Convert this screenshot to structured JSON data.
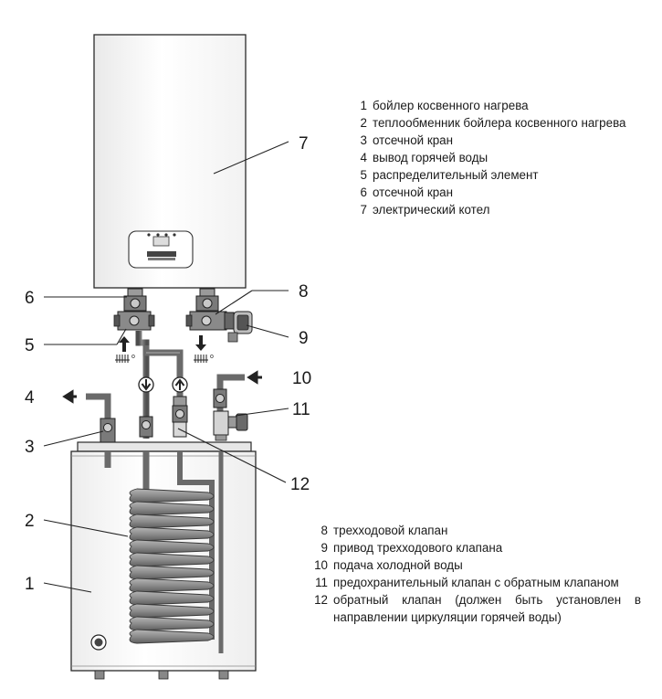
{
  "callouts": [
    "7",
    "6",
    "8",
    "5",
    "9",
    "4",
    "10",
    "11",
    "3",
    "12",
    "2",
    "1"
  ],
  "legend_top": [
    {
      "num": "1",
      "text": "бойлер косвенного нагрева"
    },
    {
      "num": "2",
      "text": "теплообменник бойлера косвенного нагрева"
    },
    {
      "num": "3",
      "text": "отсечной кран"
    },
    {
      "num": "4",
      "text": "вывод горячей воды"
    },
    {
      "num": "5",
      "text": "распределительный элемент"
    },
    {
      "num": "6",
      "text": "отсечной кран"
    },
    {
      "num": "7",
      "text": "электрический котел"
    }
  ],
  "legend_bottom": [
    {
      "num": "8",
      "text": "трехходовой клапан"
    },
    {
      "num": "9",
      "text": "привод трехходового клапана"
    },
    {
      "num": "10",
      "text": "подача холодной воды"
    },
    {
      "num": "11",
      "text": "предохранительный клапан с обратным клапаном"
    },
    {
      "num": "12",
      "text": "обратный клапан (должен быть установлен в направлении циркуляции горячей воды)"
    }
  ],
  "colors": {
    "pipe": "#6e6e6e",
    "coil": "#8c8c8c",
    "outline": "#2a2a2a",
    "boiler_fill": "#ffffff"
  }
}
